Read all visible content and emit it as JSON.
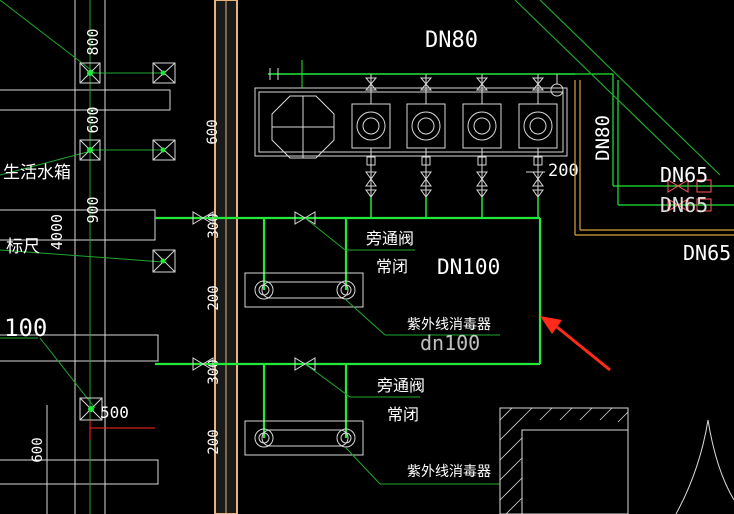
{
  "drawing": {
    "labels": {
      "dn80_top": "DN80",
      "dn80_vertical": "DN80",
      "dn65_a": "DN65",
      "dn65_b": "DN65",
      "dn65_c": "DN65",
      "dn100_main": "DN100",
      "dn100_under": "dn100",
      "dim_200_right": "200",
      "dim_600_col": "600",
      "dim_300_upper": "300",
      "dim_200_upper": "200",
      "dim_300_lower": "300",
      "dim_200_lower": "200",
      "dim_800_left": "800",
      "dim_600_left": "600",
      "dim_900_left": "900",
      "dim_4000_left": "4000",
      "dim_500_left": "500",
      "dim_600_bottom_left": "600",
      "left_100": "100",
      "left_tank": "生活水箱",
      "left_ruler": "标尺",
      "bypass_valve_upper": "旁通阀",
      "normally_closed_upper": "常闭",
      "uv_sterilizer_upper": "紫外线消毒器",
      "bypass_valve_lower": "旁通阀",
      "normally_closed_lower": "常闭",
      "uv_sterilizer_lower": "紫外线消毒器"
    },
    "colors": {
      "background": "#000000",
      "pipe_green": "#22e83a",
      "leader_green": "#1fa82f",
      "text_white": "#ffffff",
      "text_yellow": "#f5ef2a",
      "wall_tan": "#e7b37c",
      "arrow_red": "#ff2a1a",
      "orange_pipe": "#d9a33b"
    },
    "icons": {
      "annotation_arrow": "red-arrow-icon",
      "pump": "pump-icon",
      "gate_valve": "gate-valve-icon",
      "check_valve": "check-valve-icon"
    }
  }
}
